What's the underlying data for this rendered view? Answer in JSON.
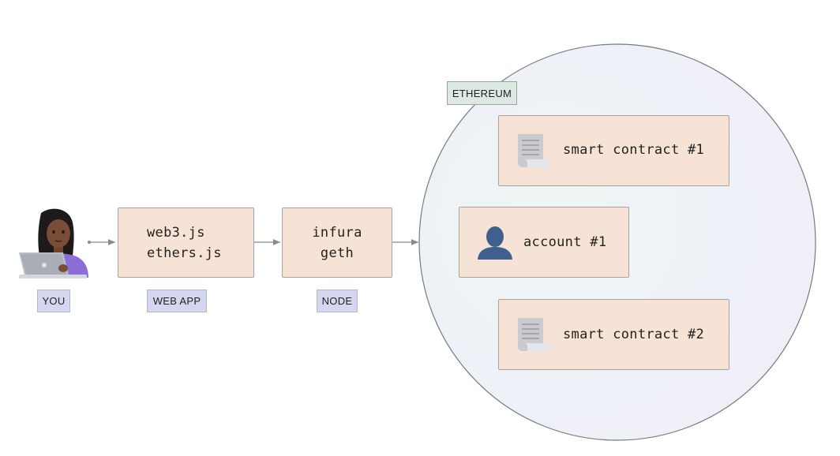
{
  "labels": {
    "you": "YOU",
    "web_app": "WEB APP",
    "node": "NODE",
    "ethereum": "ETHEREUM"
  },
  "web_app_box": {
    "line1": "web3.js",
    "line2": "ethers.js"
  },
  "node_box": {
    "line1": "infura",
    "line2": "geth"
  },
  "ethereum_items": {
    "contract1": "smart contract #1",
    "account1": "account #1",
    "contract2": "smart contract #2"
  },
  "icons": {
    "user": "woman-technologist-icon",
    "contract": "document-icon",
    "account": "person-silhouette-icon"
  },
  "colors": {
    "box_fill": "#f7e3d5",
    "tag_fill": "#d5d7f0",
    "ethereum_tag_fill": "#dce8e2",
    "circle_stroke": "#6f7f7a",
    "arrow": "#8a8a8a",
    "account_icon": "#3f5f8f"
  }
}
